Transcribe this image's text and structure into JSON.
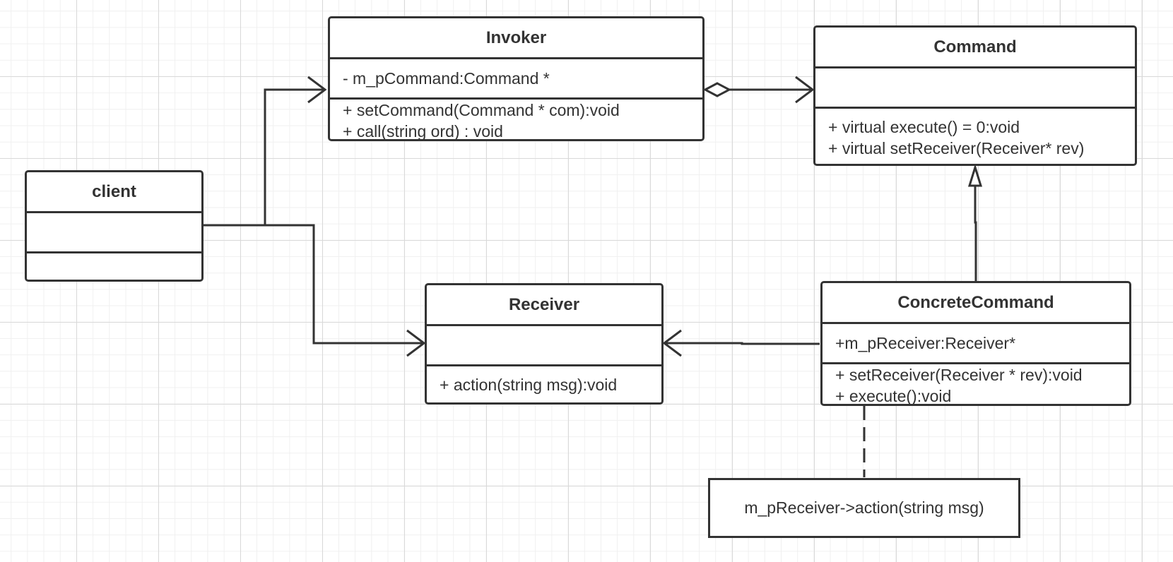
{
  "classes": {
    "invoker": {
      "name": "Invoker",
      "attributes": [
        "- m_pCommand:Command *"
      ],
      "operations": [
        "+ setCommand(Command * com):void",
        "+ call(string ord) : void"
      ]
    },
    "command": {
      "name": "Command",
      "attributes": [],
      "operations": [
        "+ virtual execute() = 0:void",
        "+ virtual setReceiver(Receiver* rev)"
      ]
    },
    "client": {
      "name": "client",
      "attributes": [],
      "operations": []
    },
    "receiver": {
      "name": "Receiver",
      "attributes": [],
      "operations": [
        "+ action(string msg):void"
      ]
    },
    "concrete_command": {
      "name": "ConcreteCommand",
      "attributes": [
        "+m_pReceiver:Receiver*"
      ],
      "operations": [
        "+ setReceiver(Receiver * rev):void",
        "+ execute():void"
      ]
    }
  },
  "note": {
    "text": "m_pReceiver->action(string msg)"
  },
  "relationships": [
    {
      "from": "client",
      "to": "invoker",
      "kind": "association"
    },
    {
      "from": "client",
      "to": "receiver",
      "kind": "association"
    },
    {
      "from": "invoker",
      "to": "command",
      "kind": "aggregation"
    },
    {
      "from": "concrete_command",
      "to": "command",
      "kind": "realization"
    },
    {
      "from": "concrete_command",
      "to": "receiver",
      "kind": "association"
    },
    {
      "from": "concrete_command",
      "to": "note",
      "kind": "note-link"
    }
  ]
}
